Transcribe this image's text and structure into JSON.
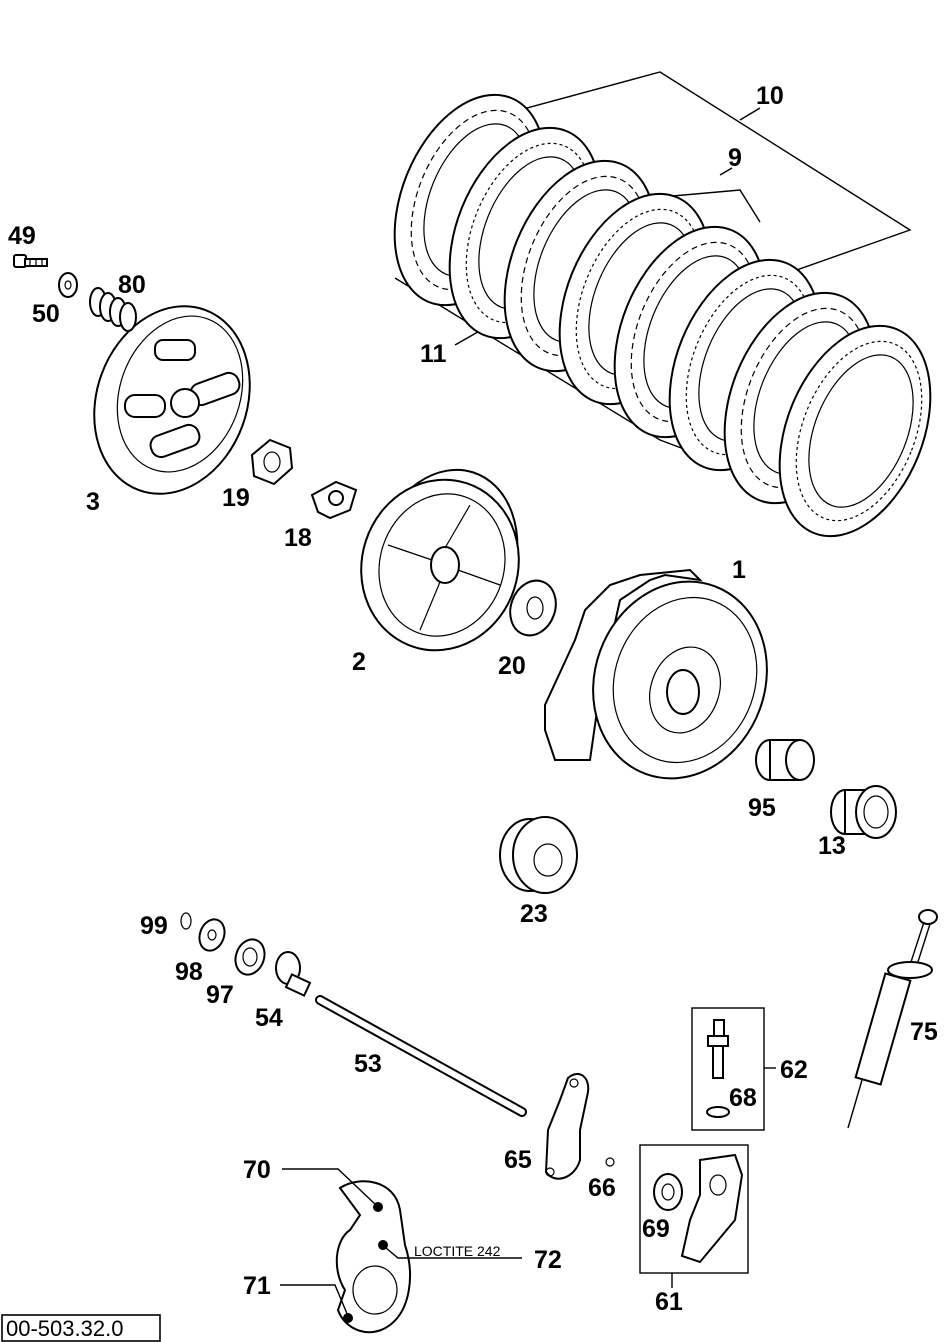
{
  "callouts": [
    {
      "key": "p10",
      "label": "10"
    },
    {
      "key": "p9",
      "label": "9"
    },
    {
      "key": "p11",
      "label": "11"
    },
    {
      "key": "p49",
      "label": "49"
    },
    {
      "key": "p80",
      "label": "80"
    },
    {
      "key": "p50",
      "label": "50"
    },
    {
      "key": "p3",
      "label": "3"
    },
    {
      "key": "p19",
      "label": "19"
    },
    {
      "key": "p18",
      "label": "18"
    },
    {
      "key": "p1",
      "label": "1"
    },
    {
      "key": "p2",
      "label": "2"
    },
    {
      "key": "p20",
      "label": "20"
    },
    {
      "key": "p95",
      "label": "95"
    },
    {
      "key": "p13",
      "label": "13"
    },
    {
      "key": "p23",
      "label": "23"
    },
    {
      "key": "p99",
      "label": "99"
    },
    {
      "key": "p98",
      "label": "98"
    },
    {
      "key": "p97",
      "label": "97"
    },
    {
      "key": "p54",
      "label": "54"
    },
    {
      "key": "p53",
      "label": "53"
    },
    {
      "key": "p62",
      "label": "62"
    },
    {
      "key": "p68",
      "label": "68"
    },
    {
      "key": "p75",
      "label": "75"
    },
    {
      "key": "p65",
      "label": "65"
    },
    {
      "key": "p66",
      "label": "66"
    },
    {
      "key": "p70",
      "label": "70"
    },
    {
      "key": "p72",
      "label": "72"
    },
    {
      "key": "p69",
      "label": "69"
    },
    {
      "key": "p71",
      "label": "71"
    },
    {
      "key": "p61",
      "label": "61"
    }
  ],
  "note_loctite": "LOCTITE 242",
  "drawing_code": "00-503.32.0"
}
